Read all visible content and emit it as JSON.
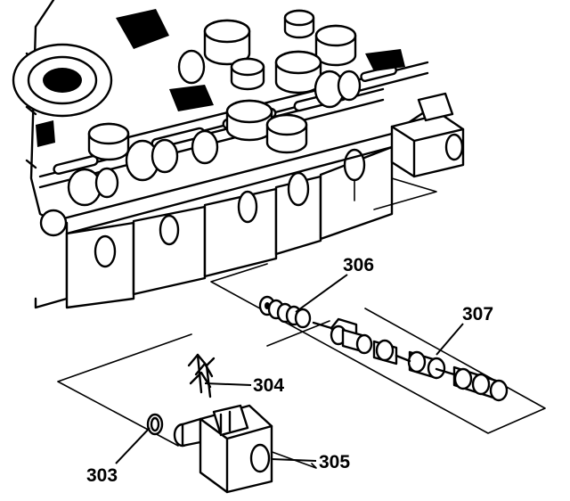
{
  "callouts": {
    "c303": "303",
    "c304": "304",
    "c305": "305",
    "c306": "306",
    "c307": "307"
  }
}
